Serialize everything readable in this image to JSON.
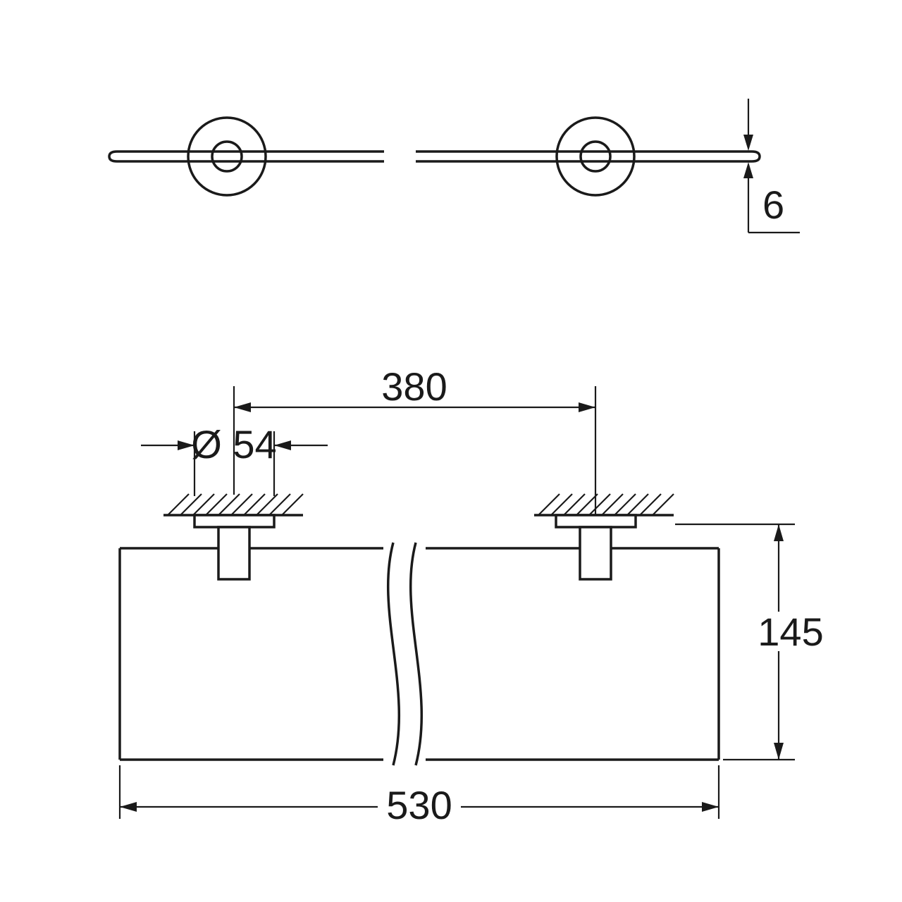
{
  "drawing": {
    "type": "technical-dimension-drawing",
    "subject": "wall-mounted glass shelf with two round wall mounts, top view and front elevation with break lines",
    "units": "mm",
    "colors": {
      "background": "#ffffff",
      "line": "#1a1a1a"
    },
    "dimensions": {
      "mount_spacing": "380",
      "mount_diameter": "Ø 54",
      "glass_thickness": "6",
      "shelf_height": "145",
      "shelf_width": "530"
    }
  }
}
